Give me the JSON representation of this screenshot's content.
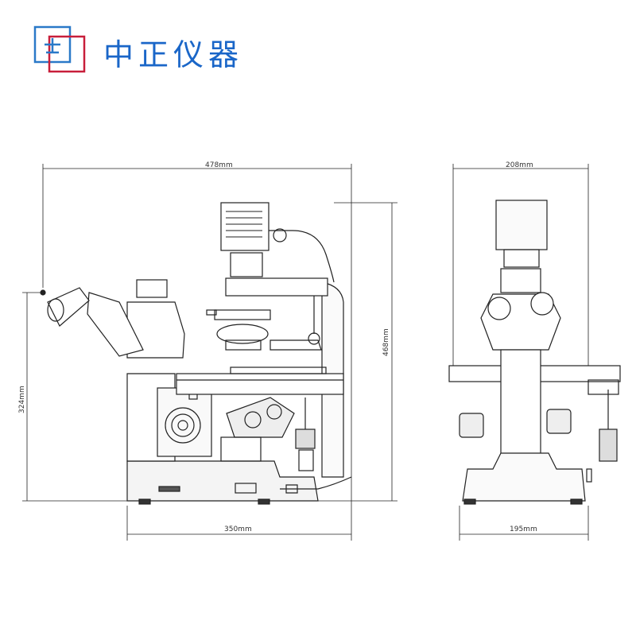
{
  "brand": {
    "name": "中正仪器",
    "color": "#1a66c8",
    "logo_colors": {
      "blue": "#2a79c8",
      "red": "#c81e3a"
    }
  },
  "dimensions": {
    "side_width": "478mm",
    "side_height": "468mm",
    "side_base": "350mm",
    "side_arm_height": "324mm",
    "front_width": "208mm",
    "front_base": "195mm"
  }
}
